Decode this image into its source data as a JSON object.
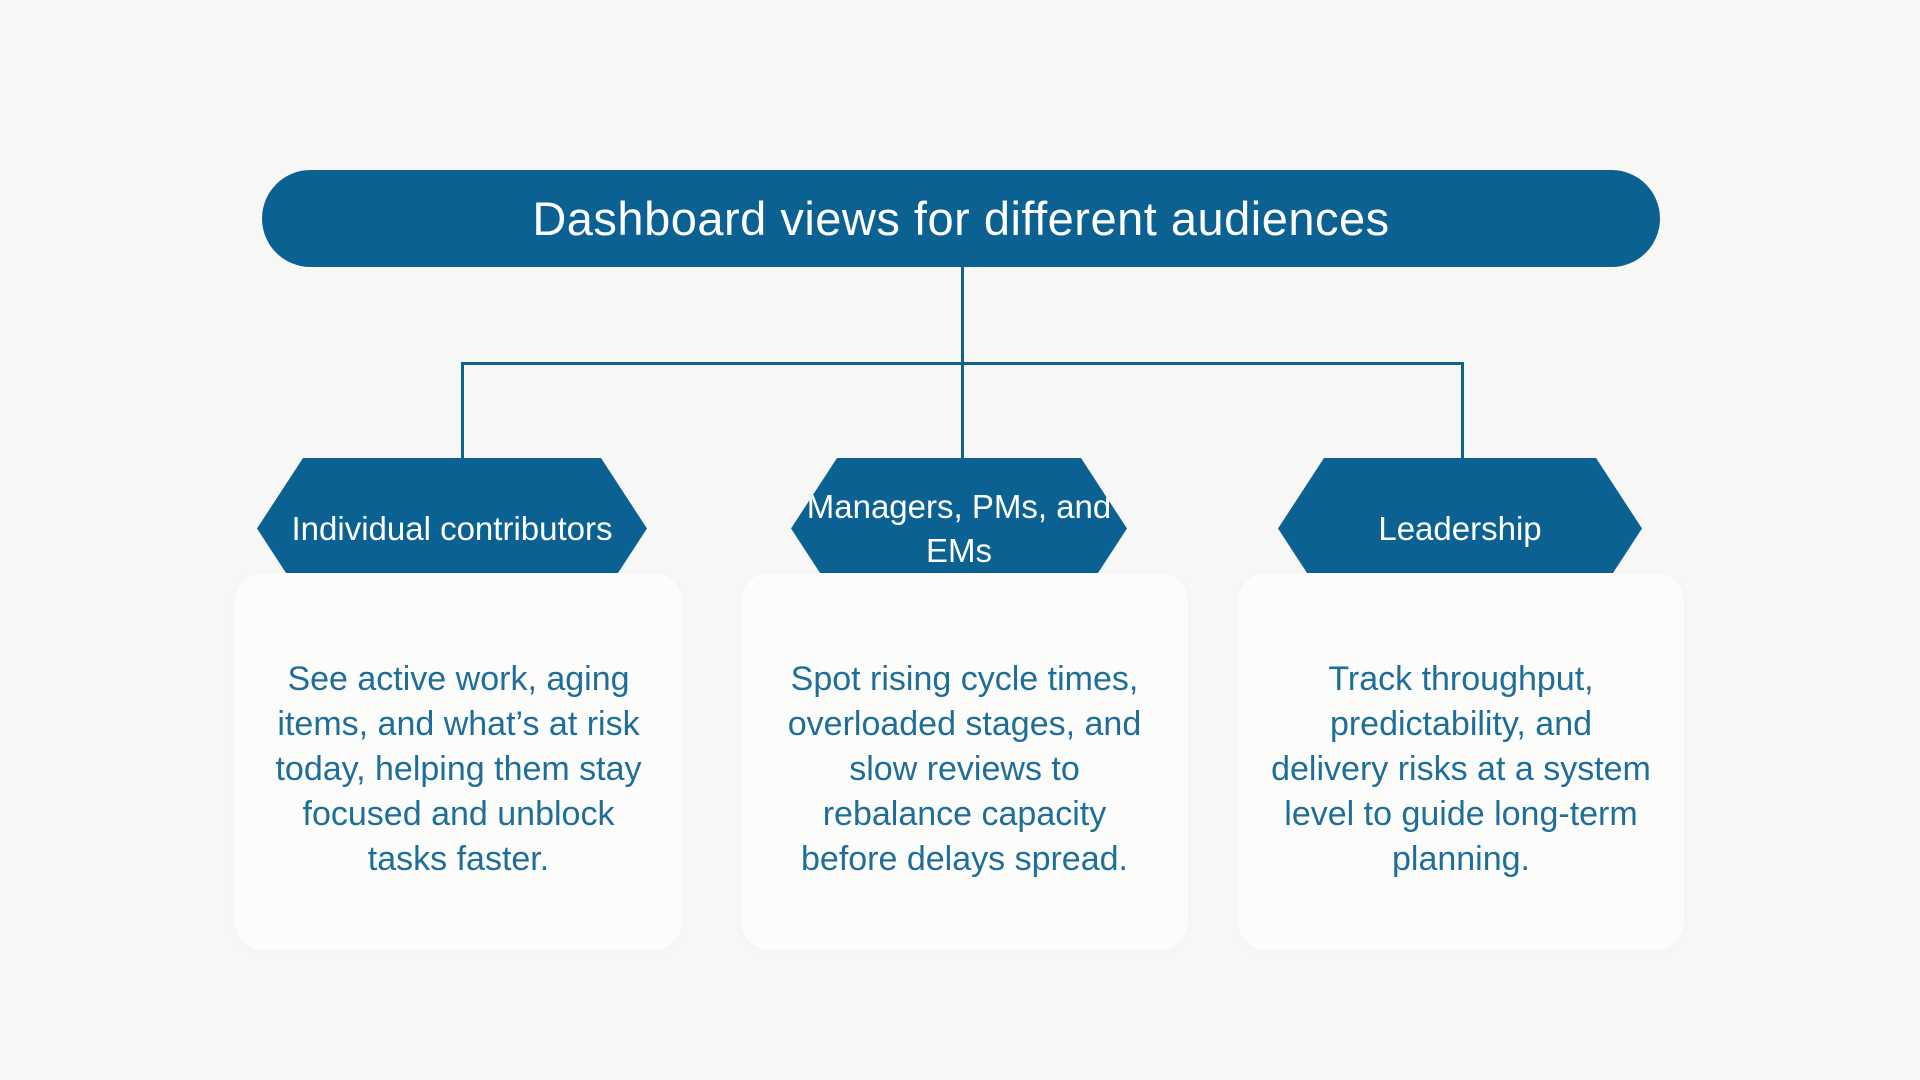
{
  "diagram": {
    "title": "Dashboard views for different audiences",
    "branches": [
      {
        "label": "Individual contributors",
        "description": "See active work, aging items, and what’s at risk today, helping them stay focused and unblock tasks faster."
      },
      {
        "label": "Managers, PMs, and EMs",
        "description": "Spot rising cycle times, overloaded stages, and slow reviews to rebalance capacity before delays spread."
      },
      {
        "label": "Leadership",
        "description": "Track throughput, predictability, and delivery risks at a system level to guide long-term planning."
      }
    ],
    "colors": {
      "node_fill": "#0b6191",
      "node_text": "#ffffff",
      "connector": "#0f618e",
      "card_background": "#fcfcfb",
      "card_text": "#1e6e99",
      "page_background": "#f7f7f5"
    }
  }
}
